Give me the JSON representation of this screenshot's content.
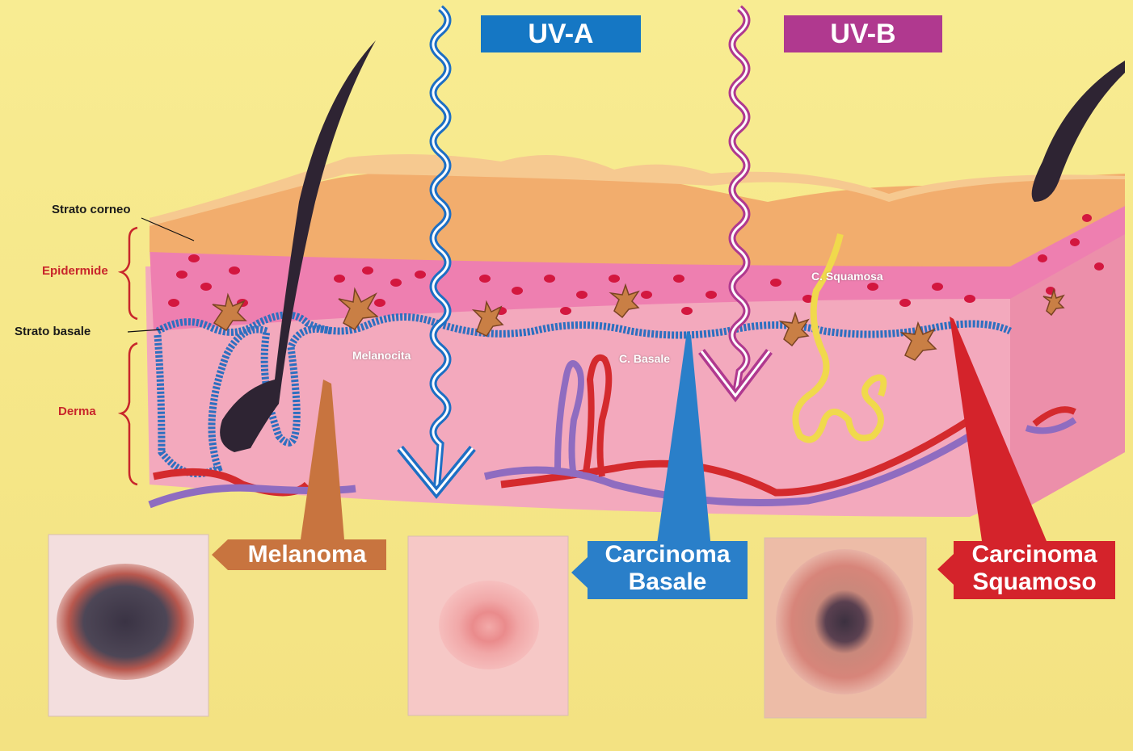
{
  "uv": {
    "a": {
      "label": "UV-A",
      "color": "#1577c4"
    },
    "b": {
      "label": "UV-B",
      "color": "#b0398f"
    }
  },
  "layers": {
    "corneo": "Strato corneo",
    "epidermide": "Epidermide",
    "basale": "Strato basale",
    "derma": "Derma"
  },
  "cells": {
    "melanocita": "Melanocita",
    "basale": "C. Basale",
    "squamosa": "C. Squamosa"
  },
  "tumors": {
    "melanoma": {
      "label": "Melanoma",
      "color": "#c8743f"
    },
    "basale": {
      "line1": "Carcinoma",
      "line2": "Basale",
      "color": "#2a7fc9"
    },
    "squamoso": {
      "line1": "Carcinoma",
      "line2": "Squamoso",
      "color": "#d4232b"
    }
  }
}
